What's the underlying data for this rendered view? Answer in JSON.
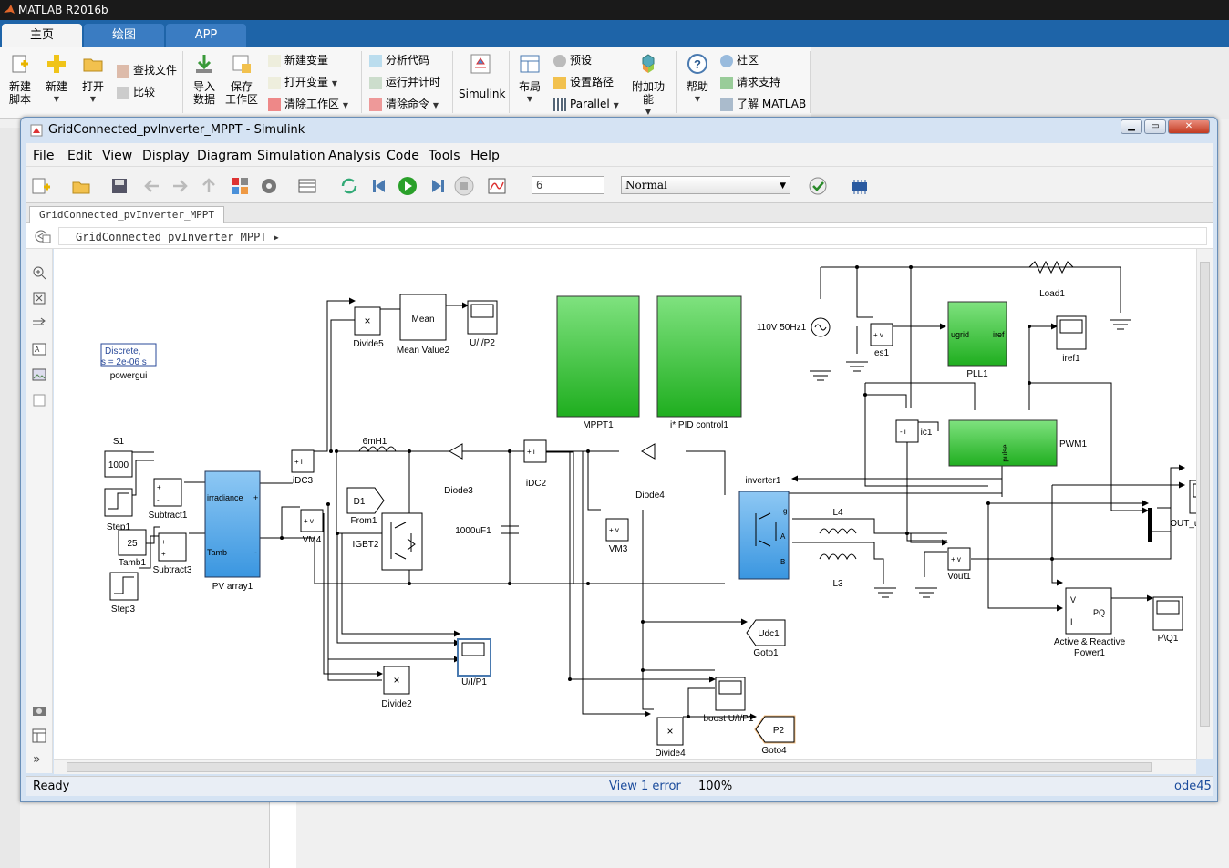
{
  "matlab": {
    "title": "MATLAB R2016b",
    "tabs": [
      "主页",
      "绘图",
      "APP"
    ],
    "ribbon": {
      "new_script": [
        "新建",
        "脚本"
      ],
      "new": "新建",
      "open": "打开",
      "find_files": "查找文件",
      "compare": "比较",
      "import_data": [
        "导入",
        "数据"
      ],
      "save_workspace": [
        "保存",
        "工作区"
      ],
      "new_variable": "新建变量",
      "open_variable": "打开变量",
      "clear_workspace": "清除工作区",
      "analyze_code": "分析代码",
      "run_and_time": "运行并计时",
      "clear_commands": "清除命令",
      "simulink": "Simulink",
      "layout": "布局",
      "preferences": "预设",
      "set_path": "设置路径",
      "parallel": "Parallel",
      "addons": "附加功能",
      "help": "帮助",
      "community": "社区",
      "request_support": "请求支持",
      "learn_matlab": "了解 MATLAB"
    }
  },
  "simulink": {
    "title": "GridConnected_pvInverter_MPPT - Simulink",
    "menu": [
      "File",
      "Edit",
      "View",
      "Display",
      "Diagram",
      "Simulation",
      "Analysis",
      "Code",
      "Tools",
      "Help"
    ],
    "stop_time": "6",
    "sim_mode": "Normal",
    "tab": "GridConnected_pvInverter_MPPT",
    "address": "GridConnected_pvInverter_MPPT",
    "status": {
      "left": "Ready",
      "center": "View 1 error",
      "zoom": "100%",
      "solver": "ode45"
    }
  },
  "diagram": {
    "powergui": {
      "line1": "Discrete,",
      "line2": "s = 2e-06 s",
      "name": "powergui"
    },
    "labels": {
      "s1": "S1",
      "const1000": "1000",
      "step1": "Step1",
      "subtract1": "Subtract1",
      "const25": "25",
      "tamb1": "Tamb1",
      "subtract3": "Subtract3",
      "step3": "Step3",
      "pv_irradiance": "irradiance",
      "pv_tamb": "Tamb",
      "pv_name": "PV array1",
      "idc3": "iDC3",
      "vm4": "VM4",
      "divide5": "Divide5",
      "mean": "Mean",
      "mean_name": "Mean Value2",
      "uip2": "U/I/P2",
      "l6mh": "6mH1",
      "d1": "D1",
      "from1": "From1",
      "igbt2": "IGBT2",
      "diode3": "Diode3",
      "cap": "1000uF1",
      "idc2": "iDC2",
      "diode4": "Diode4",
      "vm3": "VM3",
      "mppt1": "MPPT1",
      "pid": "i* PID control1",
      "inverter1": "inverter1",
      "ac_src": "110V 50Hz1",
      "es1": "es1",
      "pll_in": "ugrid",
      "pll_out": "iref",
      "pll1": "PLL1",
      "iref1": "iref1",
      "load1": "Load1",
      "ic1": "ic1",
      "pwm1": "PWM1",
      "pwm_pulse": "pulse",
      "l4": "L4",
      "l3": "L3",
      "vout1": "Vout1",
      "out_uiv": "OUT_ui\\i",
      "pq_v": "V",
      "pq_i": "I",
      "pq_pq": "PQ",
      "pq_name1": "Active & Reactive",
      "pq_name2": "Power1",
      "piq1": "P\\Q1",
      "udc1": "Udc1",
      "goto1": "Goto1",
      "uip1": "U/I/P1",
      "divide2": "Divide2",
      "boost_uip1": "boost U/I/P1",
      "p2": "P2",
      "goto4": "Goto4",
      "divide4": "Divide4"
    }
  }
}
